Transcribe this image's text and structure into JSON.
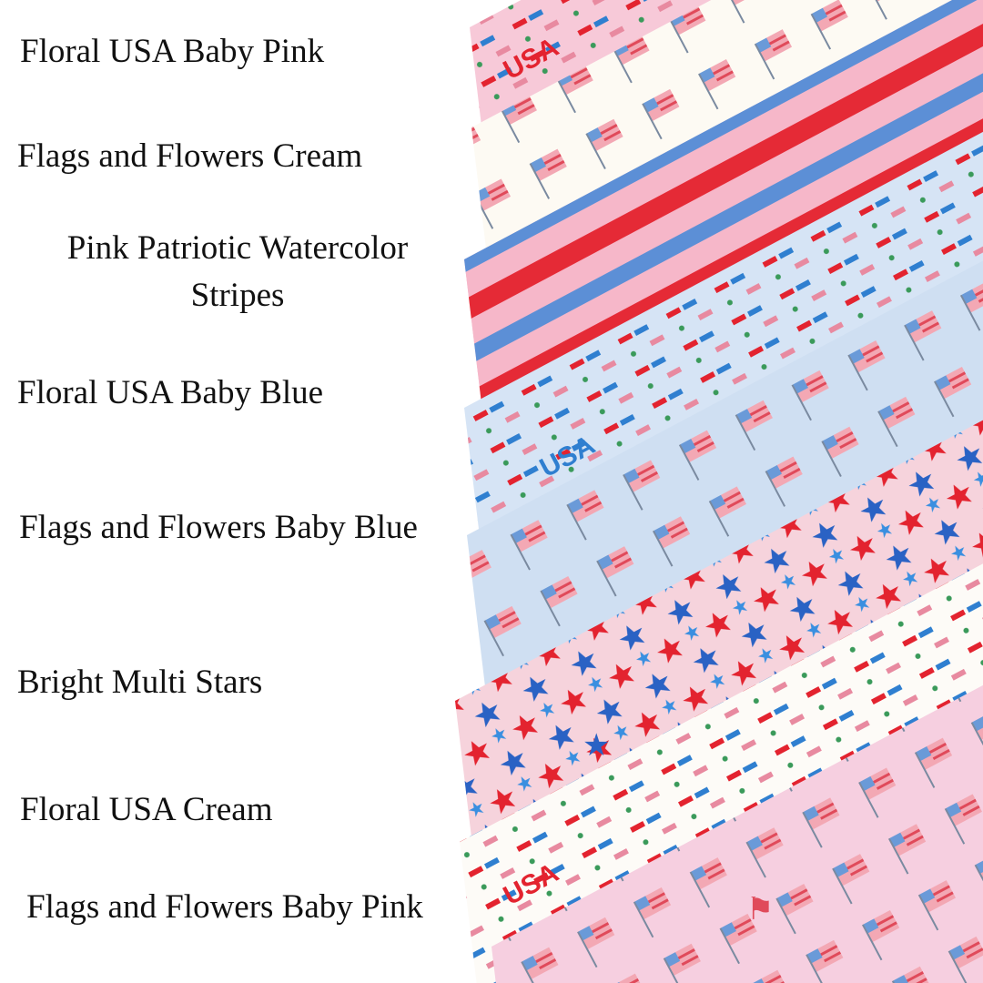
{
  "products": [
    {
      "name": "Floral USA Baby Pink",
      "bg": "#f7c9d8",
      "kind": "usa"
    },
    {
      "name": "Flags and Flowers Cream",
      "bg": "#fdfaf3",
      "kind": "flags"
    },
    {
      "name": "Pink Patriotic Watercolor Stripes",
      "bg": "#f6b7c9",
      "kind": "stripes"
    },
    {
      "name": "Floral USA Baby Blue",
      "bg": "#d6e4f5",
      "kind": "usa"
    },
    {
      "name": "Flags and Flowers Baby Blue",
      "bg": "#cfdff2",
      "kind": "flags"
    },
    {
      "name": "Bright Multi Stars",
      "bg": "#f6d3dc",
      "kind": "stars"
    },
    {
      "name": "Floral USA Cream",
      "bg": "#fdfbf7",
      "kind": "usa"
    },
    {
      "name": "Flags and Flowers Baby Pink",
      "bg": "#f6cfe0",
      "kind": "flags"
    }
  ],
  "pattern": {
    "usa_text": "USA",
    "flag_glyph": "⚑",
    "star_glyph": "★"
  }
}
